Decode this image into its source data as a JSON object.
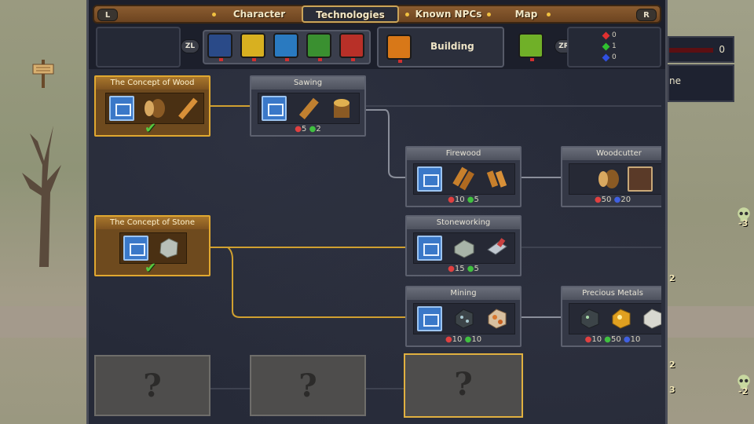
{
  "nav": {
    "left_button": "L",
    "right_button": "R",
    "tabs": [
      {
        "label": "Character",
        "active": false
      },
      {
        "label": "Technologies",
        "active": true
      },
      {
        "label": "Known NPCs",
        "active": false
      },
      {
        "label": "Map",
        "active": false
      }
    ]
  },
  "categories": {
    "left_button": "ZL",
    "right_button": "ZR",
    "selected_label": "Building",
    "icons": [
      "dark-blue-gear-icon",
      "yellow-sun-icon",
      "blue-quill-icon",
      "green-leaf-icon",
      "red-book-icon",
      "orange-hammer-icon",
      "lime-plant-icon"
    ]
  },
  "points": {
    "red": "0",
    "green": "1",
    "blue": "0"
  },
  "hud": {
    "bar_value": "0",
    "side_text": "ne",
    "side_badges": [
      "-3",
      "2",
      "2",
      "3",
      "-2"
    ]
  },
  "techs": [
    {
      "title": "The Concept of Wood",
      "learned": true,
      "items": [
        "blueprint-icon",
        "log-icon",
        "plank-icon"
      ],
      "cost": ""
    },
    {
      "title": "Sawing",
      "learned": false,
      "items": [
        "blueprint-icon",
        "plank-icon",
        "stump-icon"
      ],
      "cost_red": "5",
      "cost_green": "2"
    },
    {
      "title": "Firewood",
      "learned": false,
      "items": [
        "blueprint-icon",
        "firewood-icon",
        "wood-pieces-icon"
      ],
      "cost_red": "10",
      "cost_green": "5"
    },
    {
      "title": "Woodcutter",
      "learned": false,
      "items": [
        "log-icon",
        "woodcutter-npc-icon"
      ],
      "cost_red": "50",
      "cost_blue": "20"
    },
    {
      "title": "The Concept of Stone",
      "learned": true,
      "items": [
        "blueprint-icon",
        "stone-icon"
      ],
      "cost": ""
    },
    {
      "title": "Stoneworking",
      "learned": false,
      "items": [
        "blueprint-icon",
        "stone-block-icon",
        "stone-tile-icon"
      ],
      "cost_red": "15",
      "cost_green": "5"
    },
    {
      "title": "Mining",
      "learned": false,
      "items": [
        "blueprint-icon",
        "coal-ore-icon",
        "iron-ore-icon"
      ],
      "cost_red": "10",
      "cost_green": "10"
    },
    {
      "title": "Precious Metals",
      "learned": false,
      "items": [
        "coal-ore-icon",
        "gold-ore-icon",
        "silver-ore-icon"
      ],
      "cost_red": "10",
      "cost_green": "50",
      "cost_blue": "10"
    }
  ],
  "locked": [
    "?",
    "?",
    "?"
  ],
  "checkmark": "✔"
}
